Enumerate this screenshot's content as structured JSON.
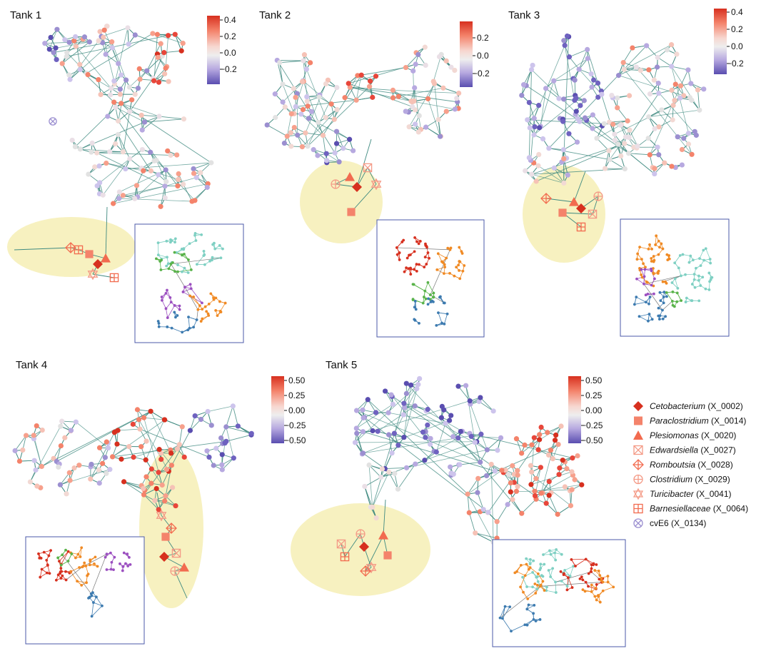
{
  "panels": [
    {
      "title": "Tank 1",
      "ticks": [
        "0.4",
        "0.2",
        "0.0",
        "−0.2"
      ]
    },
    {
      "title": "Tank 2",
      "ticks": [
        "0.2",
        "0.0",
        "−0.2"
      ]
    },
    {
      "title": "Tank 3",
      "ticks": [
        "0.4",
        "0.2",
        "0.0",
        "−0.2"
      ]
    },
    {
      "title": "Tank 4",
      "ticks": [
        "0.50",
        "0.25",
        "0.00",
        "−0.25",
        "−0.50"
      ]
    },
    {
      "title": "Tank 5",
      "ticks": [
        "0.50",
        "0.25",
        "0.00",
        "−0.25",
        "−0.50"
      ]
    }
  ],
  "legend": [
    {
      "taxon": "Cetobacterium",
      "id": "(X_0002)",
      "italic": true,
      "icon": "filled-diamond",
      "color": "#d7301f"
    },
    {
      "taxon": "Paraclostridium",
      "id": "(X_0014)",
      "italic": true,
      "icon": "filled-square",
      "color": "#f4836b"
    },
    {
      "taxon": "Plesiomonas",
      "id": "(X_0020)",
      "italic": true,
      "icon": "filled-triangle",
      "color": "#f26b4f"
    },
    {
      "taxon": "Edwardsiella",
      "id": "(X_0027)",
      "italic": true,
      "icon": "crossed-square",
      "color": "#f49a86"
    },
    {
      "taxon": "Romboutsia",
      "id": "(X_0028)",
      "italic": true,
      "icon": "plus-diamond",
      "color": "#f26b4f"
    },
    {
      "taxon": "Clostridium",
      "id": "(X_0029)",
      "italic": true,
      "icon": "plus-circle",
      "color": "#f49a86"
    },
    {
      "taxon": "Turicibacter",
      "id": "(X_0041)",
      "italic": true,
      "icon": "star-triangles",
      "color": "#f49a86"
    },
    {
      "taxon": "Barnesiellaceae",
      "id": "(X_0064)",
      "italic": true,
      "icon": "plus-square",
      "color": "#f26b4f"
    },
    {
      "taxon": "cvE6",
      "id": "(X_0134)",
      "italic": false,
      "icon": "crossed-circle",
      "color": "#9b8fd0"
    }
  ],
  "colors": {
    "edge": "#3f8a80",
    "inset_border": "#4b5aa8",
    "highlight": "#f7f1c0",
    "scale_high": "#d7301f",
    "scale_mid": "#eeeeee",
    "scale_low": "#5a4eb0",
    "inset_modules": [
      "#d7301f",
      "#f08a24",
      "#3d7bb0",
      "#9b4fc0",
      "#59b34a",
      "#7fd0c3"
    ]
  }
}
